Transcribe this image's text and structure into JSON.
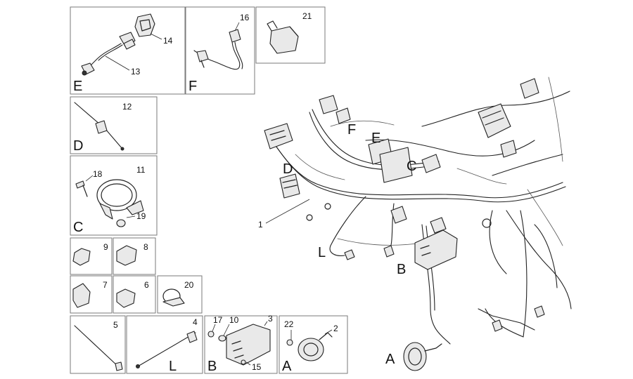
{
  "panels": [
    {
      "id": "p13-14",
      "numbers": [
        "14",
        "13"
      ],
      "letter": "E"
    },
    {
      "id": "p16",
      "numbers": [
        "16"
      ],
      "letter": "F"
    },
    {
      "id": "p21",
      "numbers": [
        "21"
      ],
      "letter": ""
    },
    {
      "id": "p12",
      "numbers": [
        "12"
      ],
      "letter": "D"
    },
    {
      "id": "p11",
      "numbers": [
        "18",
        "11",
        "19"
      ],
      "letter": "C"
    },
    {
      "id": "p9",
      "numbers": [
        "9"
      ],
      "letter": ""
    },
    {
      "id": "p8",
      "numbers": [
        "8"
      ],
      "letter": ""
    },
    {
      "id": "p7",
      "numbers": [
        "7"
      ],
      "letter": ""
    },
    {
      "id": "p6",
      "numbers": [
        "6"
      ],
      "letter": ""
    },
    {
      "id": "p20",
      "numbers": [
        "20"
      ],
      "letter": ""
    },
    {
      "id": "p5",
      "numbers": [
        "5"
      ],
      "letter": ""
    },
    {
      "id": "p4",
      "numbers": [
        "4"
      ],
      "letter": "L"
    },
    {
      "id": "p3",
      "numbers": [
        "17",
        "10",
        "3",
        "15"
      ],
      "letter": "B"
    },
    {
      "id": "p2",
      "numbers": [
        "22",
        "2"
      ],
      "letter": "A"
    }
  ],
  "main": {
    "part_number": "1",
    "letters": [
      "F",
      "E",
      "D",
      "C",
      "L",
      "B",
      "A"
    ]
  }
}
